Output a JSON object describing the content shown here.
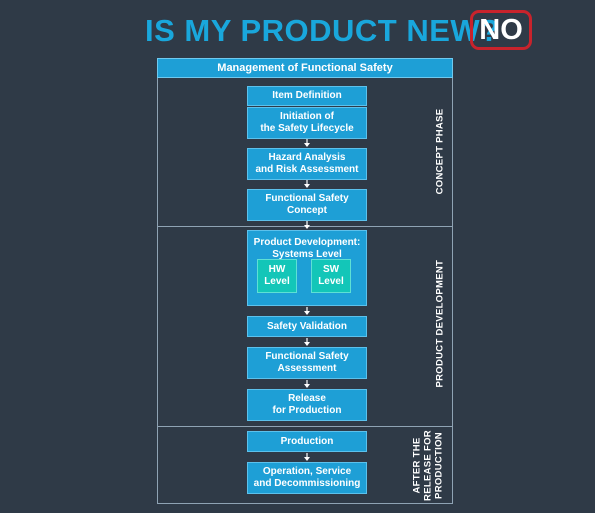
{
  "title": {
    "question": "IS MY PRODUCT NEW?",
    "answer": "NO",
    "answer_border_color": "#c8232c",
    "title_color": "#19a7dc"
  },
  "diagram": {
    "management": "Management of Functional Safety",
    "concept": {
      "phase_label": "CONCEPT PHASE",
      "steps": [
        "Item Definition",
        "Initiation of\nthe Safety Lifecycle",
        "Hazard Analysis\nand Risk Assessment",
        "Functional Safety\nConcept"
      ]
    },
    "development": {
      "phase_label": "PRODUCT DEVELOPMENT",
      "systems_level": "Product Development:\nSystems Level",
      "hw_level": "HW\nLevel",
      "sw_level": "SW\nLevel",
      "steps": [
        "Safety Validation",
        "Functional Safety\nAssessment",
        "Release\nfor Production"
      ]
    },
    "after_release": {
      "phase_label": "AFTER THE\nRELEASE FOR\nPRODUCTION",
      "steps": [
        "Production",
        "Operation, Service\nand Decommissioning"
      ]
    },
    "colors": {
      "box": "#1e9fd6",
      "sub_box": "#13c6b8",
      "background": "#2f3a47"
    }
  }
}
